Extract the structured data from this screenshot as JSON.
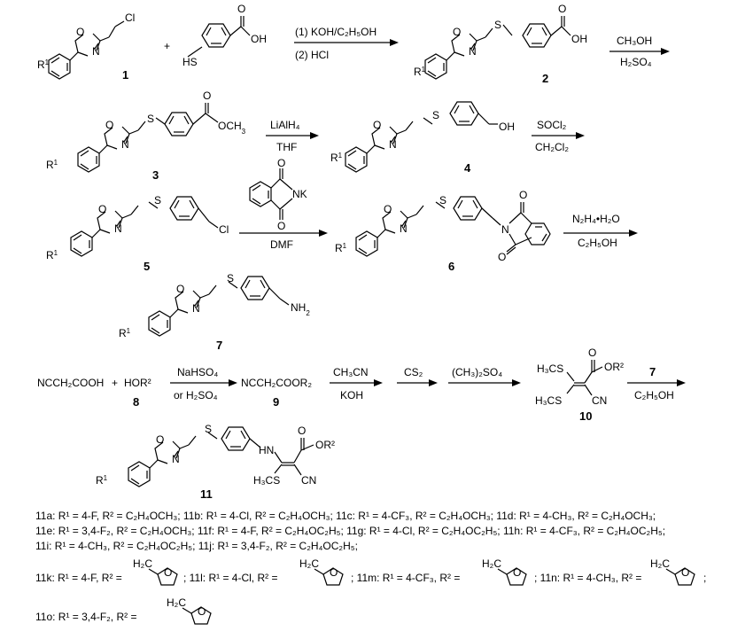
{
  "compounds": {
    "c1": "1",
    "c2": "2",
    "c3": "3",
    "c4": "4",
    "c5": "5",
    "c6": "6",
    "c7": "7",
    "c8": "8",
    "c9": "9",
    "c10": "10",
    "c11": "11"
  },
  "atoms": {
    "O": "O",
    "N": "N",
    "S": "S",
    "Cl": "Cl",
    "OH": "OH",
    "HS": "HS",
    "R1": "R",
    "sup1": "1",
    "OCH3": "OCH",
    "K": "K",
    "NH2": "NH",
    "sub2": "2",
    "H3CS": "H",
    "CN": "CN",
    "HN": "HN",
    "OR2": "OR",
    "sup2": "2"
  },
  "conditions": {
    "step1a": "(1) KOH/C₂H₅OH",
    "step1b": "(2) HCl",
    "step2a": "CH₃OH",
    "step2b": "H₂SO₄",
    "step3a": "LiAlH₄",
    "step3b": "THF",
    "step4a": "SOCl₂",
    "step4b": "CH₂Cl₂",
    "step5b": "DMF",
    "step6a": "N₂H₄•H₂O",
    "step6b": "C₂H₅OH",
    "step7a": "NaHSO₄",
    "step7b": "or H₂SO₄",
    "step8a": "CH₃CN",
    "step8b": "KOH",
    "step9a": "CS₂",
    "step10a": "(CH₃)₂SO₄",
    "step11a": "7",
    "step11b": "C₂H₅OH"
  },
  "reagents": {
    "acid": "NCCH₂COOH",
    "plus": "+",
    "alcohol": "HOR²",
    "ester": "NCCH₂COOR₂",
    "h3cs_top": "H₃CS",
    "h3cs_bottom": "H₃CS",
    "h3cs_11": "H₃CS",
    "oor2": "OR²",
    "ch2": "H₂C"
  },
  "legend": {
    "line1": "11a: R¹ = 4-F, R² = C₂H₄OCH₃; 11b: R¹ = 4-Cl, R² = C₂H₄OCH₃; 11c: R¹ = 4-CF₃, R² = C₂H₄OCH₃; 11d: R¹ = 4-CH₃, R² = C₂H₄OCH₃;",
    "line2": "11e: R¹ = 3,4-F₂, R² = C₂H₄OCH₃; 11f: R¹ = 4-F, R² = C₂H₄OC₂H₅; 11g: R¹ = 4-Cl, R² = C₂H₄OC₂H₅; 11h: R¹ = 4-CF₃, R² = C₂H₄OC₂H₅;",
    "line3": "11i: R¹ = 4-CH₃, R² = C₂H₄OC₂H₅; 11j: R¹ = 3,4-F₂, R² = C₂H₄OC₂H₅;",
    "line4a": "11k: R¹ = 4-F, R² =",
    "line4b": "; 11l: R¹ = 4-Cl, R² =",
    "line4c": "; 11m: R¹ = 4-CF₃, R² =",
    "line4d": "; 11n: R¹ = 4-CH₃, R² =",
    "line4e": ";",
    "line5a": "11o: R¹ = 3,4-F₂,  R² ="
  }
}
